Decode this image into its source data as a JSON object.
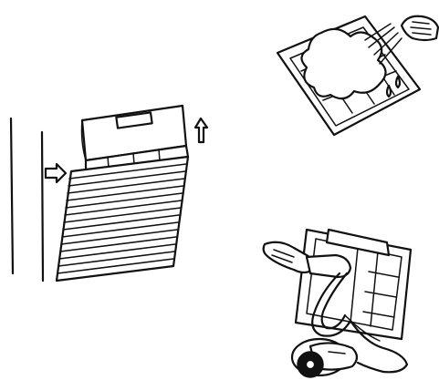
{
  "figure": {
    "panels": [
      {
        "id": "remove-filter",
        "depicts": "filter-panel-sliding-out"
      },
      {
        "id": "rinse-filter",
        "depicts": "filter-under-water-spray"
      },
      {
        "id": "vacuum-filter",
        "depicts": "filter-cleaned-with-vacuum"
      }
    ],
    "icons": [
      "right-arrow-icon",
      "up-arrow-icon",
      "hand-icon",
      "vacuum-cleaner-icon",
      "water-spray-icon",
      "water-drop-icon"
    ]
  }
}
